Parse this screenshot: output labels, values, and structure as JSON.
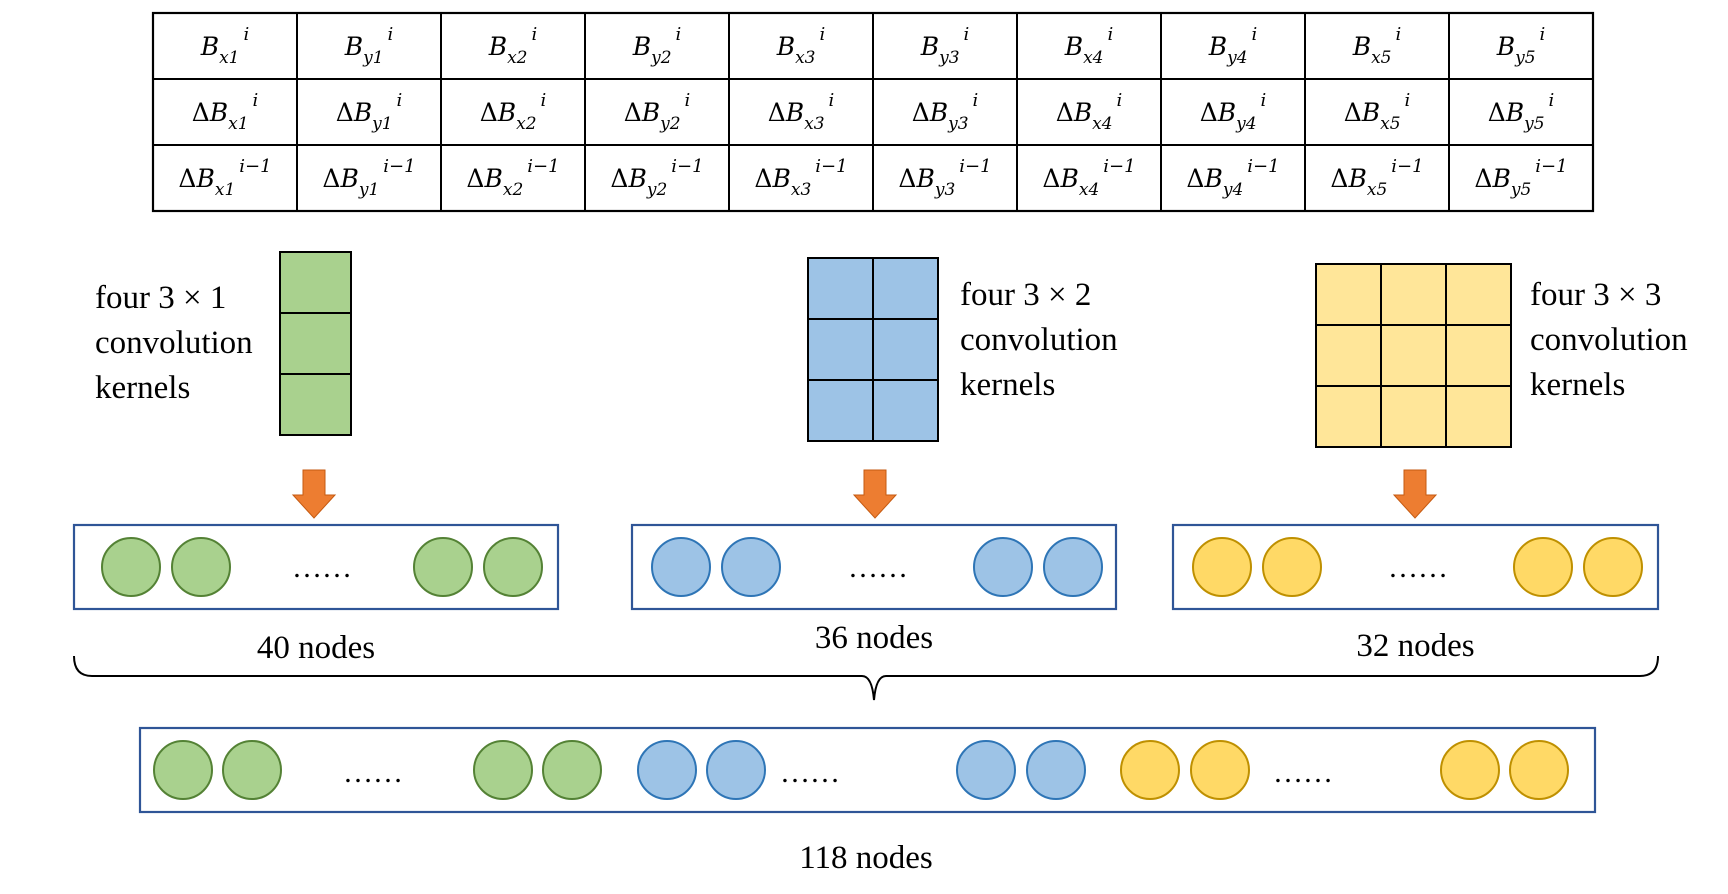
{
  "table": {
    "rows": [
      {
        "prefix": "",
        "sup": "i"
      },
      {
        "prefix": "Δ",
        "sup": "i"
      },
      {
        "prefix": "Δ",
        "sup": "i−1"
      }
    ],
    "columns": [
      {
        "base": "B",
        "sub": "x1"
      },
      {
        "base": "B",
        "sub": "y1"
      },
      {
        "base": "B",
        "sub": "x2"
      },
      {
        "base": "B",
        "sub": "y2"
      },
      {
        "base": "B",
        "sub": "x3"
      },
      {
        "base": "B",
        "sub": "y3"
      },
      {
        "base": "B",
        "sub": "x4"
      },
      {
        "base": "B",
        "sub": "y4"
      },
      {
        "base": "B",
        "sub": "x5"
      },
      {
        "base": "B",
        "sub": "y5"
      }
    ]
  },
  "branches": [
    {
      "kernel_rows": 3,
      "kernel_cols": 1,
      "label_lines": [
        "four 3 × 1",
        "convolution",
        "kernels"
      ],
      "node_count_label": "40 nodes",
      "fill": "#a9d18e",
      "stroke": "#548235"
    },
    {
      "kernel_rows": 3,
      "kernel_cols": 2,
      "label_lines": [
        "four 3 × 2",
        "convolution",
        "kernels"
      ],
      "node_count_label": "36 nodes",
      "fill": "#9dc3e6",
      "stroke": "#2e75b6"
    },
    {
      "kernel_rows": 3,
      "kernel_cols": 3,
      "label_lines": [
        "four 3 × 3",
        "convolution",
        "kernels"
      ],
      "node_count_label": "32 nodes",
      "fill": "#ffe699",
      "stroke": "#000000",
      "node_fill": "#ffd966",
      "node_stroke": "#bf9000"
    }
  ],
  "ellipsis": "……",
  "combined_label": "118 nodes",
  "colors": {
    "arrow": "#ed7d31",
    "box_border": "#2f5597",
    "grid": "#000000"
  }
}
